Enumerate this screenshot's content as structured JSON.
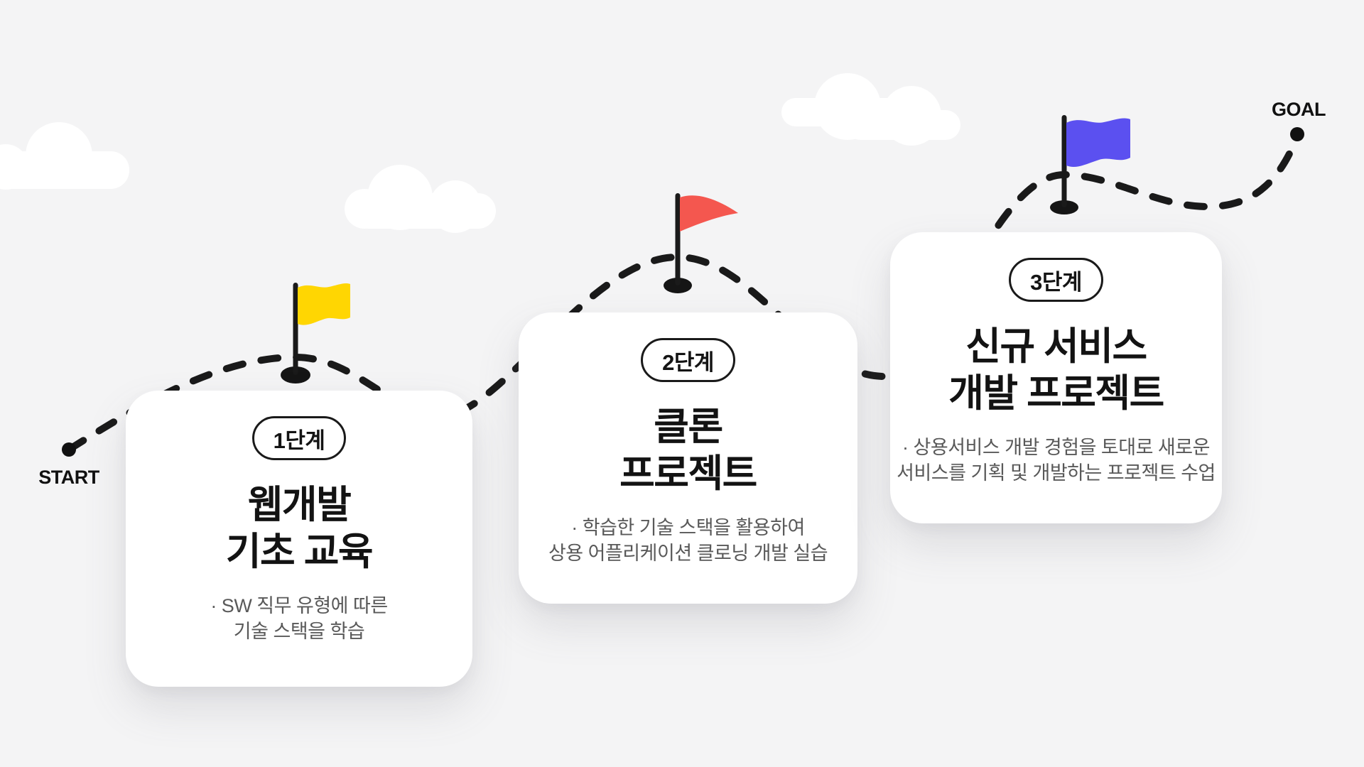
{
  "background_color": "#f4f4f5",
  "route": {
    "start_label": "START",
    "goal_label": "GOAL",
    "line_color": "#1a1a1a"
  },
  "stages": [
    {
      "badge": "1단계",
      "title_lines": [
        "웹개발",
        "기초 교육"
      ],
      "description_lines": [
        "· SW 직무 유형에 따른",
        "기술 스택을 학습"
      ],
      "flag_color": "#ffd602"
    },
    {
      "badge": "2단계",
      "title_lines": [
        "클론",
        "프로젝트"
      ],
      "description_lines": [
        "· 학습한 기술 스택을 활용하여",
        "상용 어플리케이션 클로닝 개발 실습"
      ],
      "flag_color": "#f4574f"
    },
    {
      "badge": "3단계",
      "title_lines": [
        "신규 서비스",
        "개발 프로젝트"
      ],
      "description_lines": [
        "· 상용서비스 개발 경험을 토대로 새로운",
        "서비스를 기획 및 개발하는 프로젝트 수업"
      ],
      "flag_color": "#5b50f0"
    }
  ]
}
